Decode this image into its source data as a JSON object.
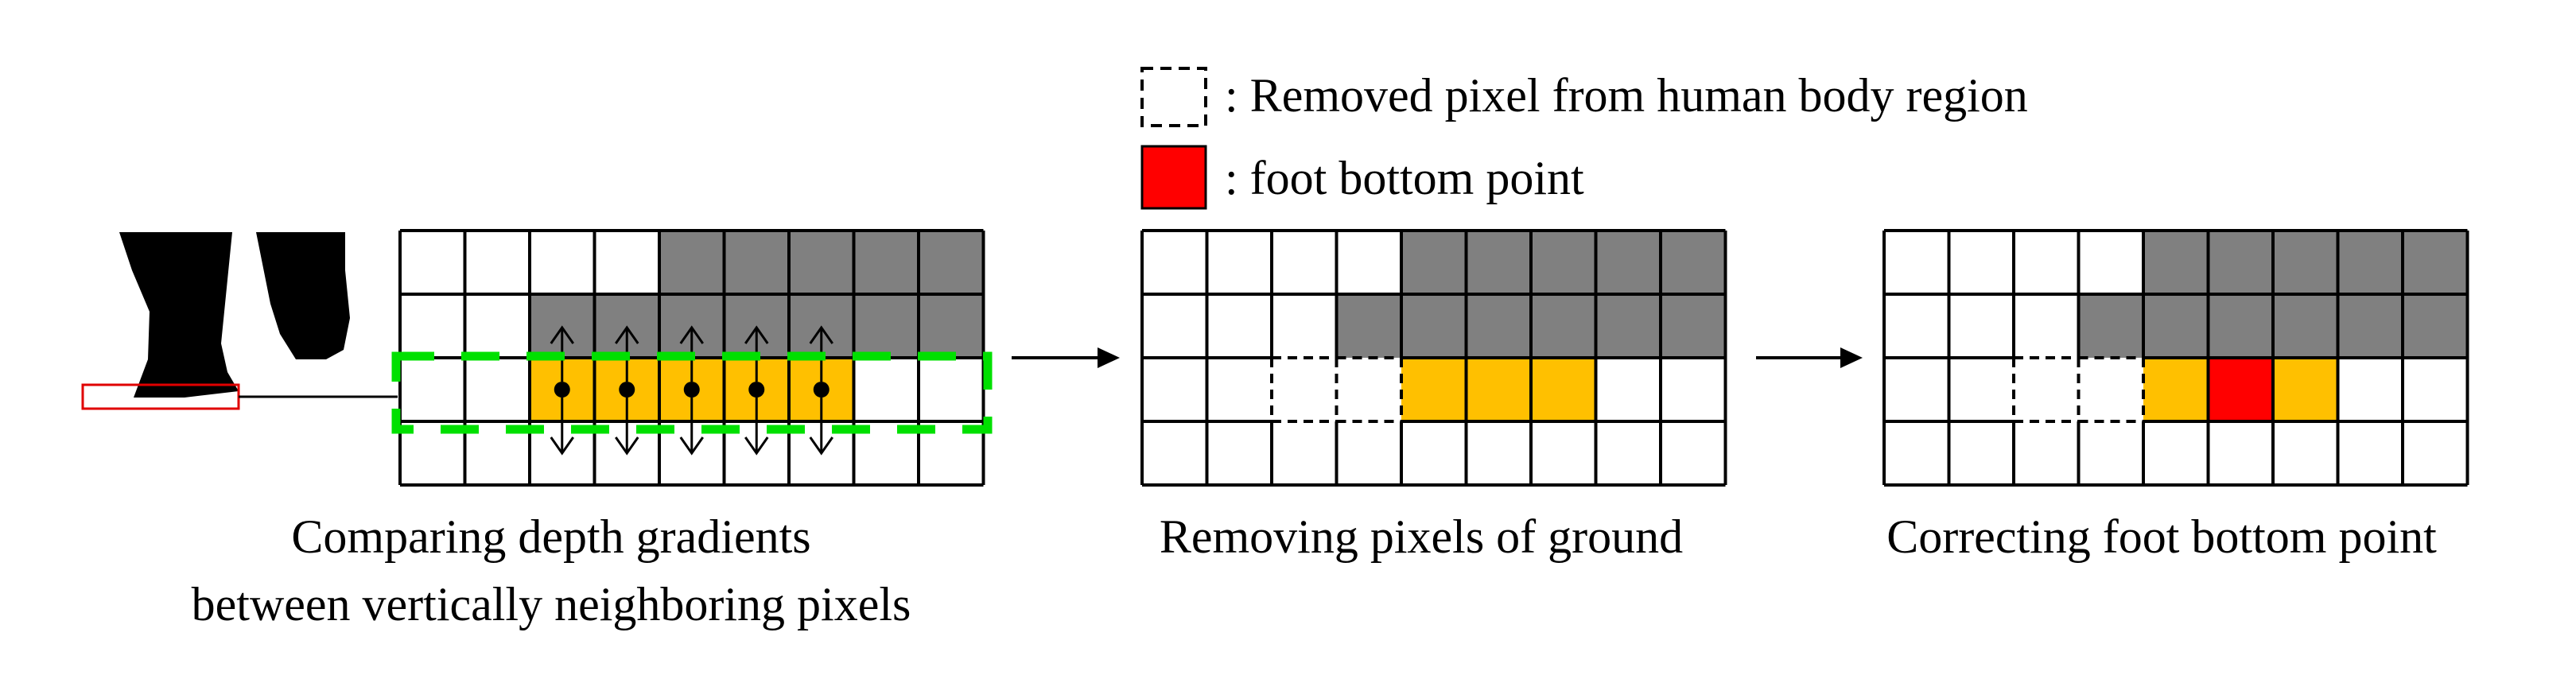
{
  "legend": {
    "removed_label": ": Removed pixel from human body region",
    "foot_label": ": foot bottom point"
  },
  "captions": {
    "step1_line1": "Comparing  depth gradients",
    "step1_line2": "between vertically neighboring pixels",
    "step2": "Removing  pixels of ground",
    "step3": "Correcting  foot bottom point"
  },
  "colors": {
    "ground": "#808080",
    "foot": "#FFC000",
    "foot_bottom": "#FF0000",
    "highlight": "#00E000",
    "callout": "#E00000"
  },
  "grids": {
    "step1": {
      "rows": [
        [
          "empty",
          "empty",
          "empty",
          "empty",
          "ground",
          "ground",
          "ground",
          "ground",
          "ground"
        ],
        [
          "empty",
          "empty",
          "ground",
          "ground",
          "ground",
          "ground",
          "ground",
          "ground",
          "ground"
        ],
        [
          "empty",
          "empty",
          "foot",
          "foot",
          "foot",
          "foot",
          "foot",
          "empty",
          "empty"
        ],
        [
          "empty",
          "empty",
          "empty",
          "empty",
          "empty",
          "empty",
          "empty",
          "empty",
          "empty"
        ]
      ]
    },
    "step2": {
      "rows": [
        [
          "empty",
          "empty",
          "empty",
          "empty",
          "ground",
          "ground",
          "ground",
          "ground",
          "ground"
        ],
        [
          "empty",
          "empty",
          "empty",
          "ground",
          "ground",
          "ground",
          "ground",
          "ground",
          "ground"
        ],
        [
          "empty",
          "empty",
          "removed",
          "removed",
          "foot",
          "foot",
          "foot",
          "empty",
          "empty"
        ],
        [
          "empty",
          "empty",
          "empty",
          "empty",
          "empty",
          "empty",
          "empty",
          "empty",
          "empty"
        ]
      ]
    },
    "step3": {
      "rows": [
        [
          "empty",
          "empty",
          "empty",
          "empty",
          "ground",
          "ground",
          "ground",
          "ground",
          "ground"
        ],
        [
          "empty",
          "empty",
          "empty",
          "ground",
          "ground",
          "ground",
          "ground",
          "ground",
          "ground"
        ],
        [
          "empty",
          "empty",
          "removed",
          "removed",
          "foot",
          "bottom",
          "foot",
          "empty",
          "empty"
        ],
        [
          "empty",
          "empty",
          "empty",
          "empty",
          "empty",
          "empty",
          "empty",
          "empty",
          "empty"
        ]
      ]
    }
  }
}
